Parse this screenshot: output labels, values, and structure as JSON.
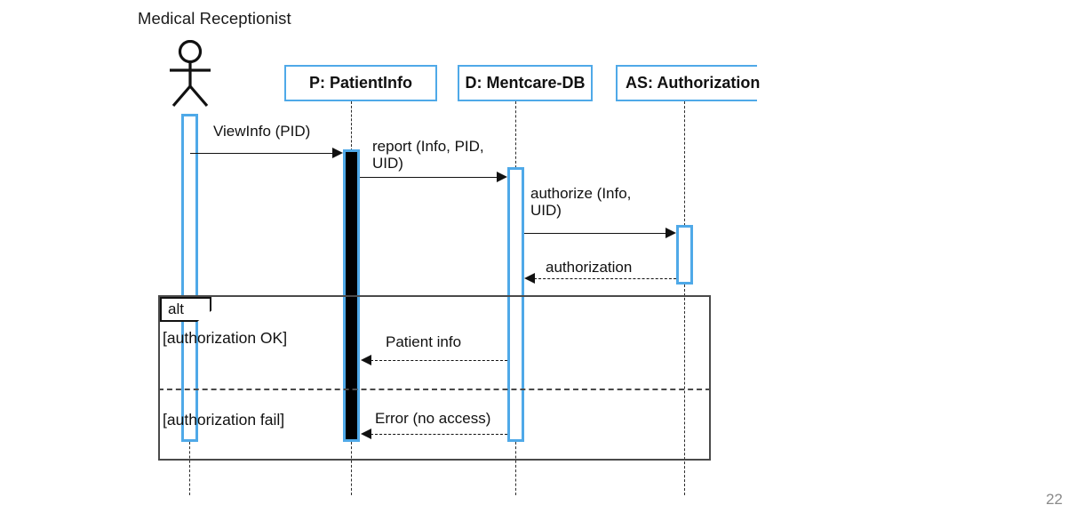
{
  "diagram": {
    "title": "Medical Receptionist",
    "page_number": "22",
    "accent_color": "#4FA9E8",
    "line_color": "#111111",
    "frame_color": "#4a4a4a",
    "actor": {
      "name": "Medical Receptionist",
      "icon": "actor-stick-figure"
    },
    "lifelines": [
      {
        "id": "actor",
        "label": "Medical Receptionist",
        "has_box": false
      },
      {
        "id": "p",
        "label": "P: PatientInfo",
        "has_box": true
      },
      {
        "id": "d",
        "label": "D: Mentcare-DB",
        "has_box": true
      },
      {
        "id": "as",
        "label": "AS: Authorization",
        "has_box": true,
        "clipped": true
      }
    ],
    "messages": [
      {
        "id": "m1",
        "label": "ViewInfo (PID)",
        "from": "actor",
        "to": "p",
        "style": "solid",
        "direction": "right"
      },
      {
        "id": "m2",
        "label": "report (Info, PID,\nUID)",
        "from": "p",
        "to": "d",
        "style": "solid",
        "direction": "right"
      },
      {
        "id": "m3",
        "label": "authorize (Info,\nUID)",
        "from": "d",
        "to": "as",
        "style": "solid",
        "direction": "right"
      },
      {
        "id": "m4",
        "label": "authorization",
        "from": "as",
        "to": "d",
        "style": "dashed",
        "direction": "left"
      },
      {
        "id": "m5",
        "label": "Patient info",
        "from": "d",
        "to": "p",
        "style": "dashed",
        "direction": "left"
      },
      {
        "id": "m6",
        "label": "Error (no access)",
        "from": "d",
        "to": "p",
        "style": "dashed",
        "direction": "left"
      }
    ],
    "fragment": {
      "operator": "alt",
      "guards": [
        {
          "id": "g1",
          "label": "[authorization OK]"
        },
        {
          "id": "g2",
          "label": "[authorization fail]"
        }
      ]
    }
  }
}
